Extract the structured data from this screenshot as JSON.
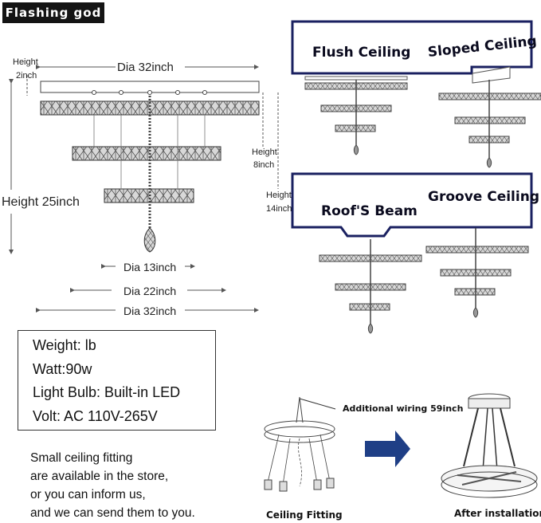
{
  "brand": {
    "name": "Flashing god"
  },
  "dimensions": {
    "height_top_label": "Height",
    "height_top_value": "2inch",
    "dia_top": "Dia 32inch",
    "height_total": "Height 25inch",
    "height_mid_label": "Height",
    "height_mid_value": "8inch",
    "height_low_label": "Height",
    "height_low_value": "14inch",
    "dia_small": "Dia 13inch",
    "dia_medium": "Dia 22inch",
    "dia_large": "Dia 32inch"
  },
  "specs": {
    "weight": "Weight:    lb",
    "watt": "Watt:90w",
    "bulb": "Light Bulb: Built-in LED",
    "volt": "Volt: AC 110V-265V"
  },
  "note": {
    "line1": "Small ceiling fitting",
    "line2": "are available in the store,",
    "line3": "or you can inform us,",
    "line4": "and we can send them to you."
  },
  "ceilings": {
    "flush": "Flush Ceiling",
    "sloped": "Sloped Ceiling",
    "roof_beam": "Roof'S Beam",
    "groove": "Groove Ceiling"
  },
  "installation": {
    "wiring": "Additional wiring 59inch",
    "ceiling_fitting": "Ceiling Fitting",
    "after_install": "After installation"
  },
  "colors": {
    "frame": "#1a2060",
    "arrow": "#1f3f86",
    "ink": "#222222"
  },
  "icons": [
    "arrow-right-icon",
    "chandelier-diagram"
  ]
}
